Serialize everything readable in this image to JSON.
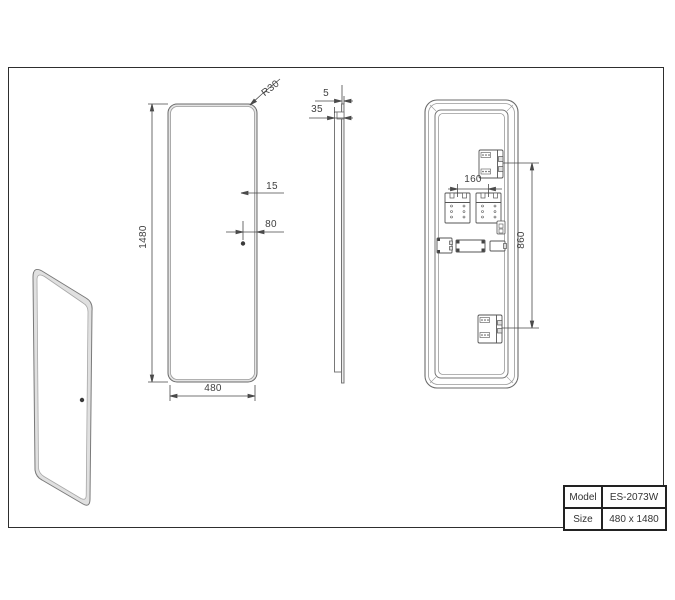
{
  "title_block": {
    "rows": [
      {
        "label": "Model",
        "value": "ES-2073W"
      },
      {
        "label": "Size",
        "value": "480 x 1480"
      }
    ]
  },
  "dimensions": {
    "front_height": "1480",
    "front_width": "480",
    "corner_radius": "R30",
    "frost_edge_offset": "15",
    "button_offset": "80",
    "glass_thickness": "5",
    "total_depth": "35",
    "bracket_spacing": "160",
    "connection_spacing": "860"
  },
  "colors": {
    "line": "#6b6b6b",
    "dim_line": "#4a4a4a",
    "frame_border": "#2e2e2e",
    "text": "#3f3f3f",
    "edge_fill": "#e2e2e2",
    "background": "#ffffff"
  }
}
